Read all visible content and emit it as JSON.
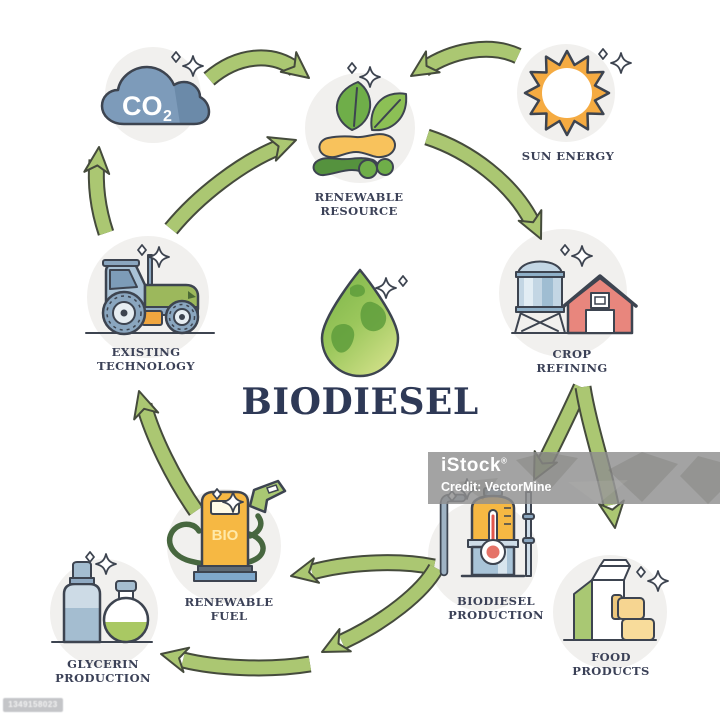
{
  "title": "BIODIESEL",
  "nodes": {
    "co2": {
      "text_main": "CO",
      "text_sub": "2"
    },
    "renewable_resource": {
      "label": "RENEWABLE\nRESOURCE"
    },
    "sun_energy": {
      "label": "SUN ENERGY"
    },
    "crop_refining": {
      "label": "CROP\nREFINING"
    },
    "existing_technology": {
      "label": "EXISTING\nTECHNOLOGY"
    },
    "renewable_fuel": {
      "label": "RENEWABLE\nFUEL",
      "pump_text": "BIO"
    },
    "biodiesel_production": {
      "label": "BIODIESEL\nPRODUCTION"
    },
    "glycerin_production": {
      "label": "GLYCERIN\nPRODUCTION"
    },
    "food_products": {
      "label": "FOOD\nPRODUCTS"
    }
  },
  "edges": [
    {
      "from": "co2",
      "to": "renewable_resource"
    },
    {
      "from": "sun_energy",
      "to": "renewable_resource"
    },
    {
      "from": "renewable_resource",
      "to": "crop_refining"
    },
    {
      "from": "crop_refining",
      "to": "biodiesel_production"
    },
    {
      "from": "crop_refining",
      "to": "food_products"
    },
    {
      "from": "biodiesel_production",
      "to": "renewable_fuel"
    },
    {
      "from": "biodiesel_production",
      "to": "glycerin_production"
    },
    {
      "from": "renewable_fuel",
      "to": "existing_technology"
    },
    {
      "from": "existing_technology",
      "to": "co2"
    },
    {
      "from": "existing_technology",
      "to": "renewable_resource"
    }
  ],
  "watermark": {
    "brand": "iStock",
    "brand_mark": "®",
    "credit": "Credit: VectorMine",
    "image_id": "1349158023"
  },
  "colors": {
    "arrow_green": "#abc772",
    "outline_dark": "#3d4450",
    "label_navy": "#3b4157",
    "title_navy": "#2e3956",
    "cloud_blue": "#7d9bba",
    "sun_orange": "#f5ab42",
    "barn_red": "#e8867d",
    "silo_blue": "#c3d6e4",
    "pump_orange": "#f6b843",
    "leaf_green": "#6fae49",
    "drop_green": "#9bc75c"
  }
}
